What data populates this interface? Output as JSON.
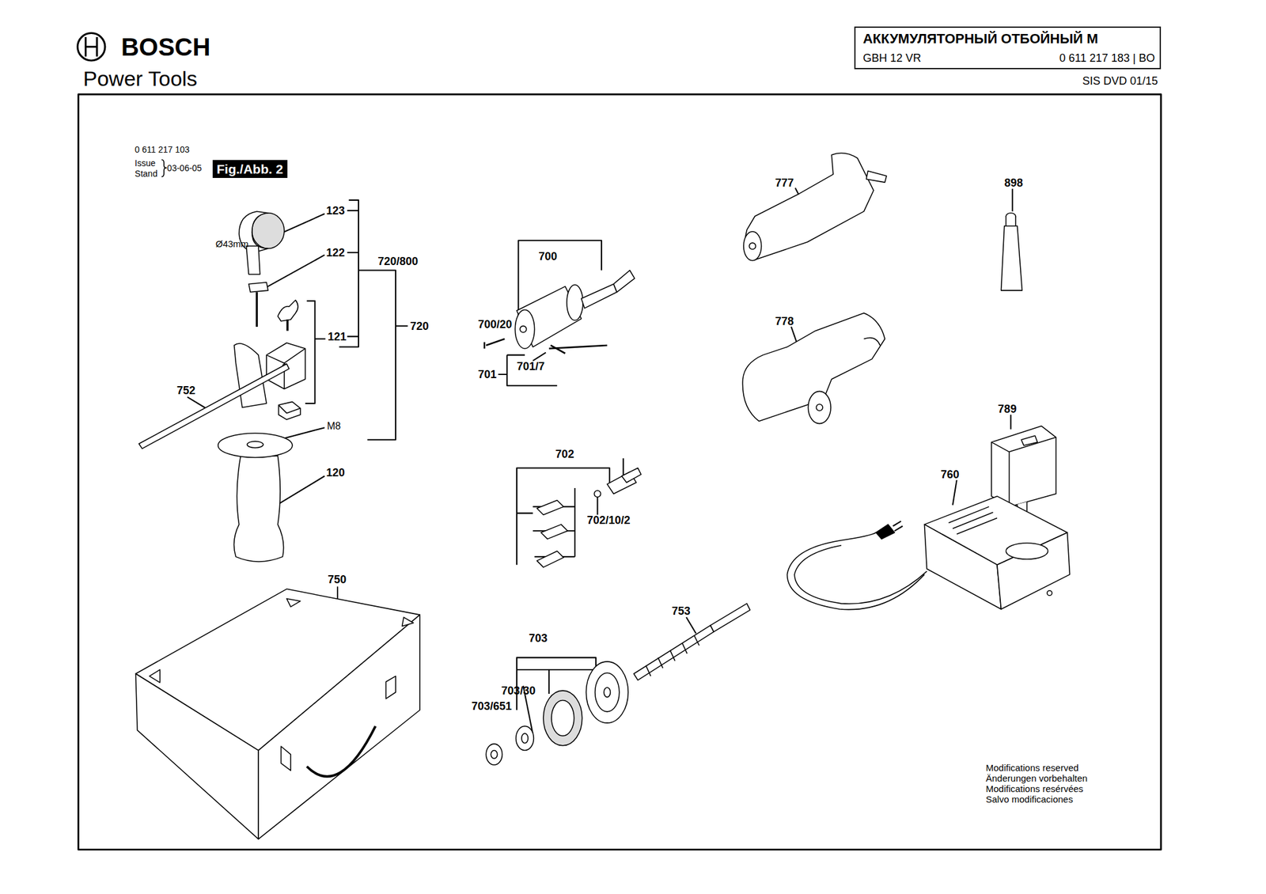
{
  "diagram": {
    "nodes": [
      {
        "text": [
          "АККУМУЛЯТОРНЫЙ ОТБОЙНЫЙ М",
          "GBH 12 VR",
          "0 611 217 183 | BO"
        ]
      },
      {
        "text": [
          "Fig./Abb. 2"
        ]
      }
    ],
    "labels": [
      "BOSCH",
      "Power Tools",
      "SIS DVD 01/15",
      "0 611 217 103",
      "Issue",
      "Stand",
      "03-06-05",
      "123",
      "Ø43mm",
      "122",
      "720/800",
      "121",
      "720",
      "752",
      "M8",
      "120",
      "750",
      "700",
      "700/20",
      "701",
      "701/7",
      "702",
      "702/10/2",
      "703",
      "703/30",
      "703/651",
      "753",
      "777",
      "778",
      "898",
      "789",
      "760",
      "Modifications reserved",
      "Änderungen vorbehalten",
      "Modifications resérvées",
      "Salvo modificaciones"
    ]
  }
}
